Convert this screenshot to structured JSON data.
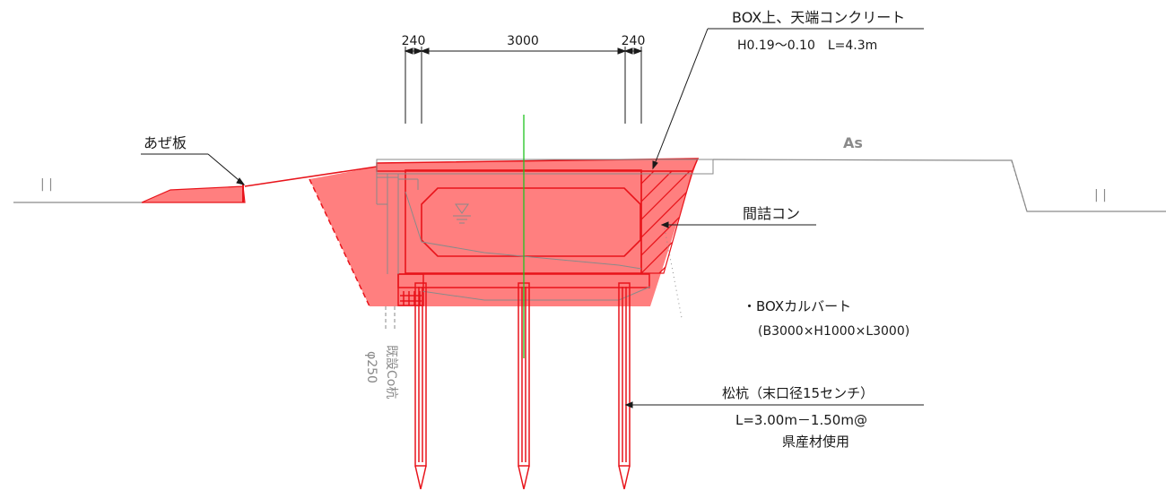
{
  "dimensions": {
    "left_wall": "240",
    "inner_span": "3000",
    "right_wall": "240"
  },
  "labels": {
    "box_top_title": "BOX上、天端コンクリート",
    "box_top_spec": "H0.19～0.10　L=4.3m",
    "surface": "As",
    "azeita": "あぜ板",
    "mazume": "間詰コン",
    "culvert_title": "・BOXカルバート",
    "culvert_spec": "(B3000×H1000×L3000)",
    "pile_title": "松杭（末口径15センチ）",
    "pile_spec": "L=3.00m－1.50m@",
    "pile_note": "県産材使用",
    "existing_pile_line1": "既設Co杭",
    "existing_pile_line2": "φ250",
    "ground_mark_left": "| |",
    "ground_mark_right": "| |"
  },
  "colors": {
    "fill_red": "#ff7f7f",
    "line_red": "#e8141b",
    "gray": "#8a8a8a",
    "center_green": "#21c421"
  }
}
